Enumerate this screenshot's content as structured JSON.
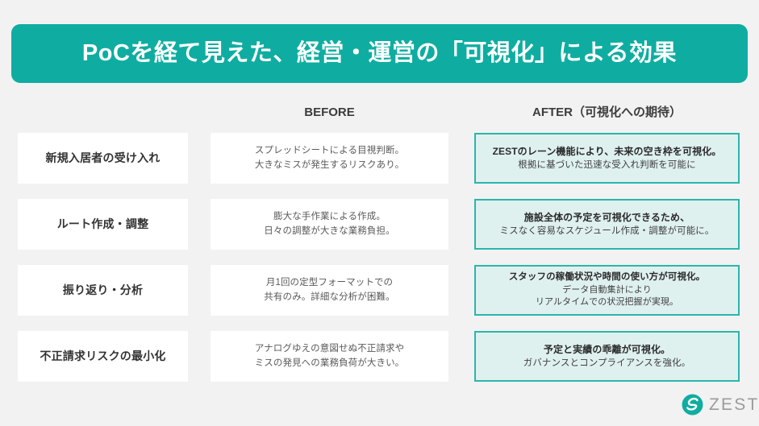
{
  "slide": {
    "title": "PoCを経て見えた、経営・運営の「可視化」による効果",
    "banner_color": "#0fada1",
    "background_color": "#f2f2f2"
  },
  "headers": {
    "before": "BEFORE",
    "after": "AFTER（可視化への期待）"
  },
  "rows": [
    {
      "label": "新規入居者の受け入れ",
      "before": [
        "スプレッドシートによる目視判断。",
        "大きなミスが発生するリスクあり。"
      ],
      "after": [
        "ZESTのレーン機能により、未来の空き枠を可視化。",
        "根拠に基づいた迅速な受入れ判断を可能に"
      ]
    },
    {
      "label": "ルート作成・調整",
      "before": [
        "膨大な手作業による作成。",
        "日々の調整が大きな業務負担。"
      ],
      "after": [
        "施設全体の予定を可視化できるため、",
        "ミスなく容易なスケジュール作成・調整が可能に。"
      ]
    },
    {
      "label": "振り返り・分析",
      "before": [
        "月1回の定型フォーマットでの",
        "共有のみ。詳細な分析が困難。"
      ],
      "after": [
        "スタッフの稼働状況や時間の使い方が可視化。",
        "データ自動集計により",
        "リアルタイムでの状況把握が実現。"
      ]
    },
    {
      "label": "不正請求リスクの最小化",
      "before": [
        "アナログゆえの意図せぬ不正請求や",
        "ミスの発見への業務負荷が大きい。"
      ],
      "after": [
        "予定と実績の乖離が可視化。",
        "ガバナンスとコンプライアンスを強化。"
      ]
    }
  ],
  "logo": {
    "wordmark": "ZEST",
    "mark_color": "#0fada1",
    "word_color": "#9b9b9b"
  },
  "colors": {
    "after_box_fill": "#dff1ef",
    "after_box_border": "#2bb5ac",
    "cell_fill": "#ffffff"
  }
}
